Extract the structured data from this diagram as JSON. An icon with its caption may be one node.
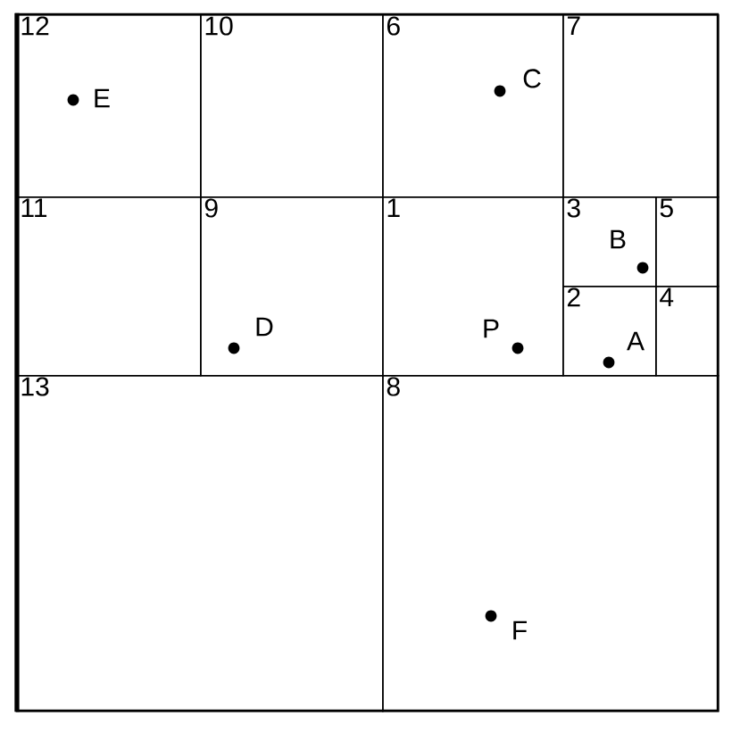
{
  "diagram": {
    "nodes": [
      {
        "text": [
          "12"
        ]
      },
      {
        "text": [
          "10"
        ]
      },
      {
        "text": [
          "6"
        ]
      },
      {
        "text": [
          "7"
        ]
      },
      {
        "text": [
          "11"
        ]
      },
      {
        "text": [
          "9"
        ]
      },
      {
        "text": [
          "1"
        ]
      },
      {
        "text": [
          "3"
        ]
      },
      {
        "text": [
          "5"
        ]
      },
      {
        "text": [
          "2"
        ]
      },
      {
        "text": [
          "4"
        ]
      },
      {
        "text": [
          "13"
        ]
      },
      {
        "text": [
          "8"
        ]
      }
    ],
    "labels": [
      "E",
      "C",
      "B",
      "D",
      "P",
      "A",
      "F"
    ]
  }
}
